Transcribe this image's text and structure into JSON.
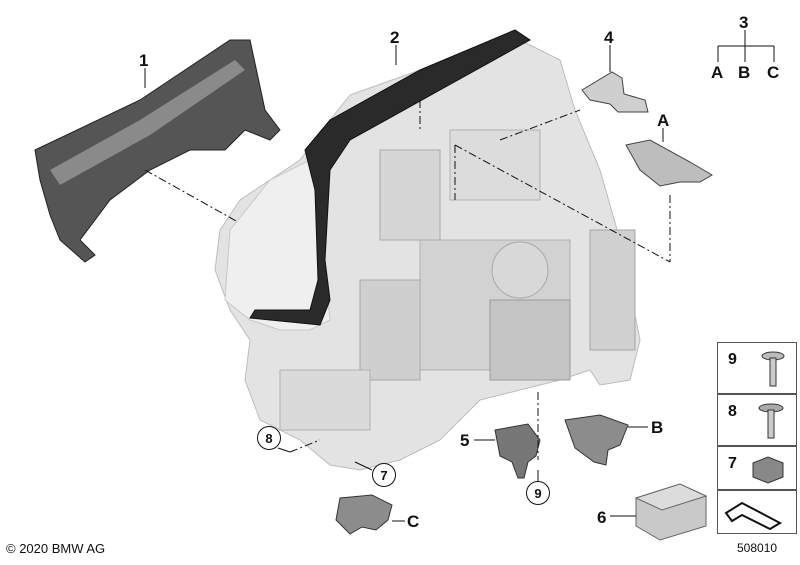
{
  "diagram": {
    "callouts": {
      "c1": "1",
      "c2": "2",
      "c3": "3",
      "c4": "4",
      "cA_top": "A",
      "cA": "A",
      "cB": "B",
      "cC": "C",
      "c5": "5",
      "c6": "6",
      "cB2": "B",
      "cC2": "C",
      "c7": "7",
      "c8": "8",
      "c9": "9"
    },
    "kit_panel": {
      "k9": "9",
      "k8": "8",
      "k7": "7"
    },
    "copyright": "© 2020 BMW AG",
    "reference": "508010"
  },
  "colors": {
    "line": "#111111",
    "part_fill": "#d4d4d4",
    "part_dark": "#8a8a8a",
    "headlight": "#e6e6e6"
  }
}
